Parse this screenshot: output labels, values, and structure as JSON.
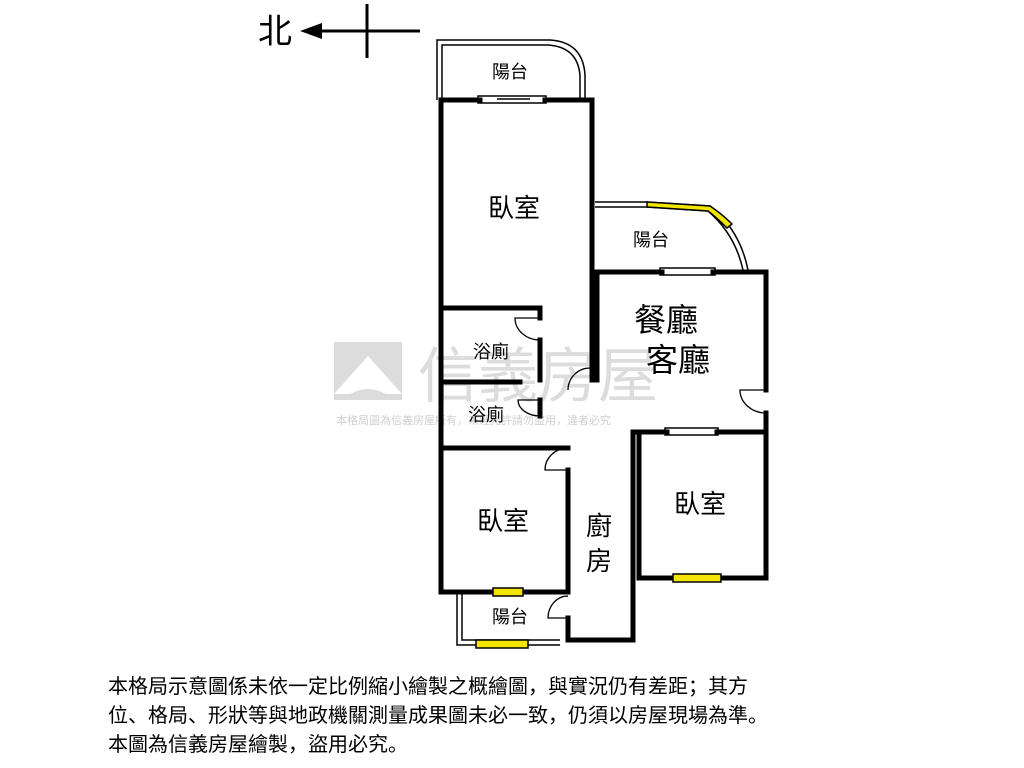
{
  "compass": {
    "north_label": "北"
  },
  "rooms": {
    "balcony_top": "陽台",
    "bedroom_main": "臥室",
    "balcony_mid": "陽台",
    "dining": "餐廳",
    "living": "客廳",
    "bath_1": "浴廁",
    "bath_2": "浴廁",
    "bedroom_left": "臥室",
    "kitchen_1": "廚",
    "kitchen_2": "房",
    "bedroom_right": "臥室",
    "balcony_bottom": "陽台"
  },
  "watermark": {
    "brand": "信義房屋",
    "notice": "本格局圖為信義房屋所有，未經允許請勿盜用，違者必究"
  },
  "disclaimer": {
    "line_1": "本格局示意圖係未依一定比例縮小繪製之概繪圖，與實況仍有差距；其方",
    "line_2": "位、格局、形狀等與地政機關測量成果圖未必一致，仍須以房屋現場為準。",
    "line_3": "本圖為信義房屋繪製，盜用必究。"
  },
  "colors": {
    "wall": "#000000",
    "window_highlight": "#f2e600",
    "watermark": "#dcdcdc"
  }
}
